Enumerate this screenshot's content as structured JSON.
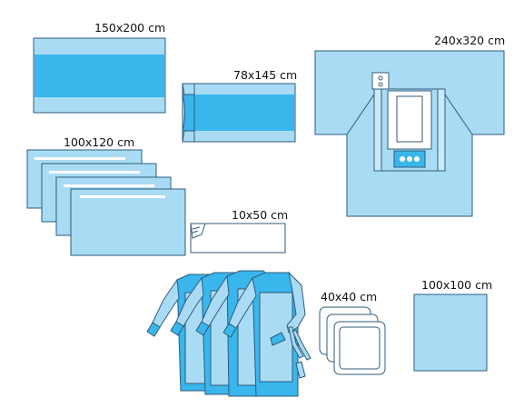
{
  "labels": {
    "drape_150x200": "150x200 cm",
    "drape_78x145": "78x145 cm",
    "sheet_240x320": "240x320 cm",
    "drapes_100x120": "100x120 cm",
    "tape_10x50": "10x50 cm",
    "swabs_40x40": "40x40 cm",
    "towel_100x100": "100x100 cm"
  },
  "colors": {
    "light_blue": "#a9dcf4",
    "mid_blue": "#39b6ec",
    "outline": "#2f5b7c",
    "inner_blue": "#c8ebfb"
  }
}
